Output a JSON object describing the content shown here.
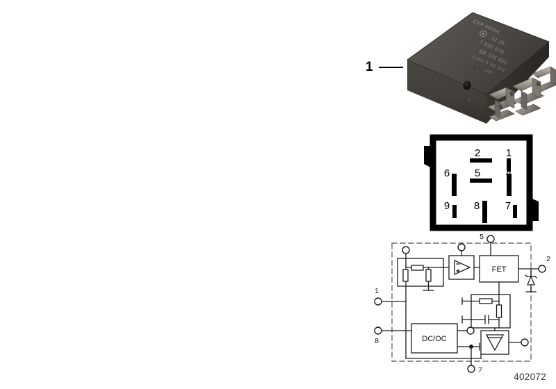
{
  "document": {
    "part_number": "402072",
    "background_color": "#ffffff"
  },
  "callout": {
    "number": "1"
  },
  "photo": {
    "alt_name": "relay-photograph",
    "body_color": "#4b4743",
    "top_color": "#5a5651",
    "terminal_color": "#9a958c",
    "label_lines": [
      "EXP-4650A",
      "61 36 -",
      "7 892 976",
      "SB 225 001",
      "9 Ab2 6   SB  304",
      "026"
    ]
  },
  "pinout": {
    "title_name": "pin-layout-diagram",
    "outline_color": "#000000",
    "pins": [
      {
        "number": "1",
        "orientation": "vertical",
        "size": "small"
      },
      {
        "number": "2",
        "orientation": "horizontal",
        "size": "wide"
      },
      {
        "number": "4",
        "orientation": "vertical",
        "size": "large"
      },
      {
        "number": "5",
        "orientation": "horizontal",
        "size": "wide"
      },
      {
        "number": "6",
        "orientation": "vertical",
        "size": "large"
      },
      {
        "number": "7",
        "orientation": "vertical",
        "size": "small"
      },
      {
        "number": "8",
        "orientation": "vertical",
        "size": "large"
      },
      {
        "number": "9",
        "orientation": "vertical",
        "size": "small"
      }
    ],
    "tabs": [
      "left-upper-tab",
      "right-lower-tab"
    ]
  },
  "circuit": {
    "title_name": "internal-circuit-schematic",
    "border_style": "dashed",
    "blocks": [
      {
        "name": "fet-block",
        "label": "FET"
      },
      {
        "name": "dcoc-block",
        "label": "DC/OC"
      }
    ],
    "terminals": [
      {
        "number": "1",
        "position": "left"
      },
      {
        "number": "2",
        "position": "right"
      },
      {
        "number": "5",
        "position": "top"
      },
      {
        "number": "7",
        "position": "bottom"
      },
      {
        "number": "8",
        "position": "left-lower"
      }
    ],
    "unlabeled_terminals": 4,
    "components": [
      "resistor-divider",
      "comparator-amplifier",
      "zener-diode",
      "rc-network",
      "triangle-driver",
      "ground-symbol"
    ]
  }
}
